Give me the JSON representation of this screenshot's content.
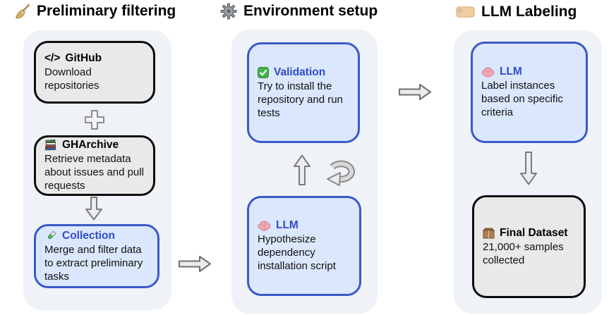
{
  "diagram": {
    "columns": [
      {
        "header": {
          "icon": "broom-icon",
          "title": "Preliminary filtering"
        },
        "boxes": [
          {
            "icon": "code-icon",
            "icon_text": "</>",
            "title": "GitHub",
            "body": "Download repositories",
            "variant": "gray"
          },
          {
            "icon": "books-icon",
            "title": "GHArchive",
            "body": "Retrieve metadata about issues and pull requests",
            "variant": "gray"
          },
          {
            "icon": "test-tube-icon",
            "title": "Collection",
            "body": "Merge and filter data to extract preliminary tasks",
            "variant": "blue"
          }
        ],
        "connectors": [
          "plus-connector",
          "down-arrow"
        ]
      },
      {
        "header": {
          "icon": "gear-icon",
          "title": "Environment setup"
        },
        "boxes": [
          {
            "icon": "check-icon",
            "title": "Validation",
            "body": "Try to install the repository and run tests",
            "variant": "blue"
          },
          {
            "icon": "brain-icon",
            "title": "LLM",
            "body": "Hypothesize dependency installation script",
            "variant": "blue"
          }
        ],
        "connectors": [
          "up-arrow",
          "loop-arrow"
        ]
      },
      {
        "header": {
          "icon": "tag-icon",
          "title": "LLM Labeling"
        },
        "boxes": [
          {
            "icon": "brain-icon",
            "title": "LLM",
            "body": "Label instances based on specific criteria",
            "variant": "blue"
          },
          {
            "icon": "package-icon",
            "title": "Final Dataset",
            "body": "21,000+ samples collected",
            "variant": "gray"
          }
        ],
        "connectors": [
          "down-arrow"
        ]
      }
    ],
    "flow_arrows": [
      "right-arrow-1",
      "right-arrow-2"
    ],
    "colors": {
      "page_bg": "#ffffff",
      "panel_bg": "#eff2f7",
      "gray_box_bg": "#e9e9e9",
      "gray_box_border": "#0d0d0d",
      "blue_box_bg": "#dbe7fd",
      "blue_box_border": "#3c59c6",
      "blue_title_text": "#2e4cc7",
      "body_text": "#111111",
      "arrow_fill": "#ececec",
      "arrow_stroke": "#757575"
    }
  }
}
